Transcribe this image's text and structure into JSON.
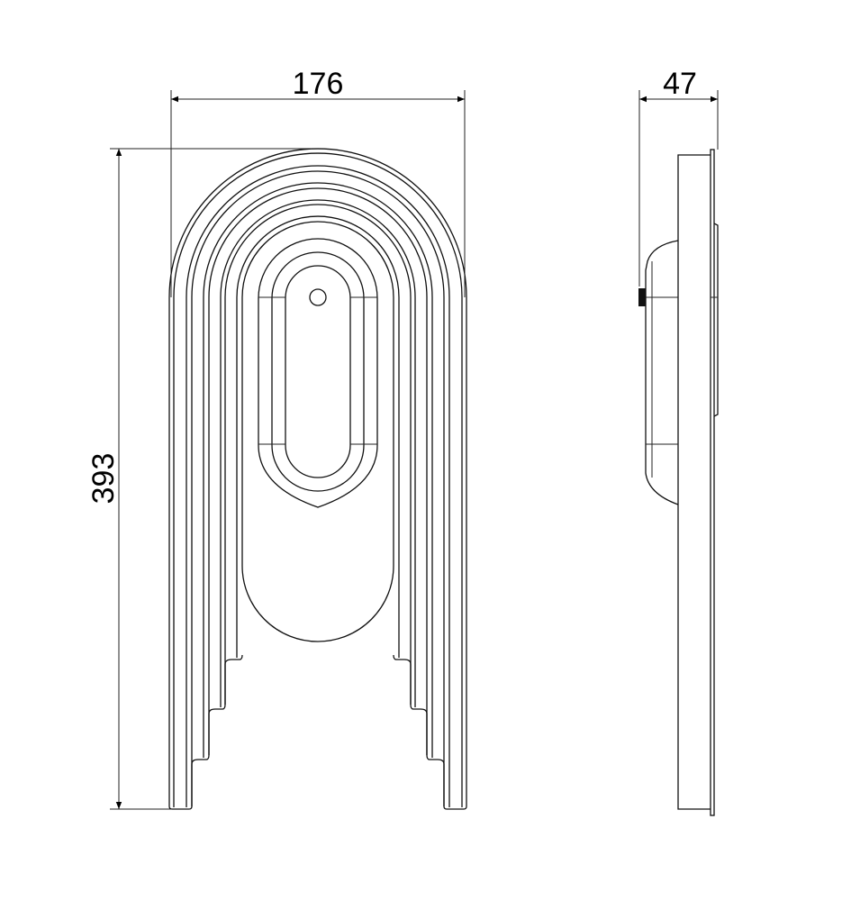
{
  "drawing": {
    "front_view": {
      "width_label": "176",
      "height_label": "393"
    },
    "side_view": {
      "depth_label": "47"
    },
    "colors": {
      "line": "#111111",
      "background": "#ffffff"
    }
  }
}
